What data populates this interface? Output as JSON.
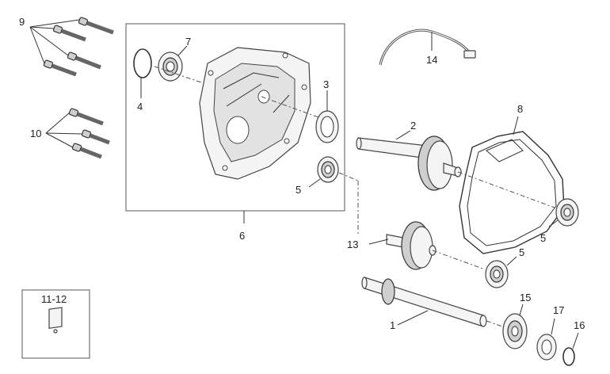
{
  "labels": {
    "p1": "1",
    "p2": "2",
    "p3": "3",
    "p4": "4",
    "p5a": "5",
    "p5b": "5",
    "p5c": "5",
    "p6": "6",
    "p7": "7",
    "p8": "8",
    "p9": "9",
    "p10": "10",
    "p11_12": "11-12",
    "p13": "13",
    "p14": "14",
    "p15": "15",
    "p16": "16",
    "p17": "17"
  },
  "colors": {
    "line": "#333333",
    "fill": "#f4f4f4",
    "background": "#ffffff"
  }
}
